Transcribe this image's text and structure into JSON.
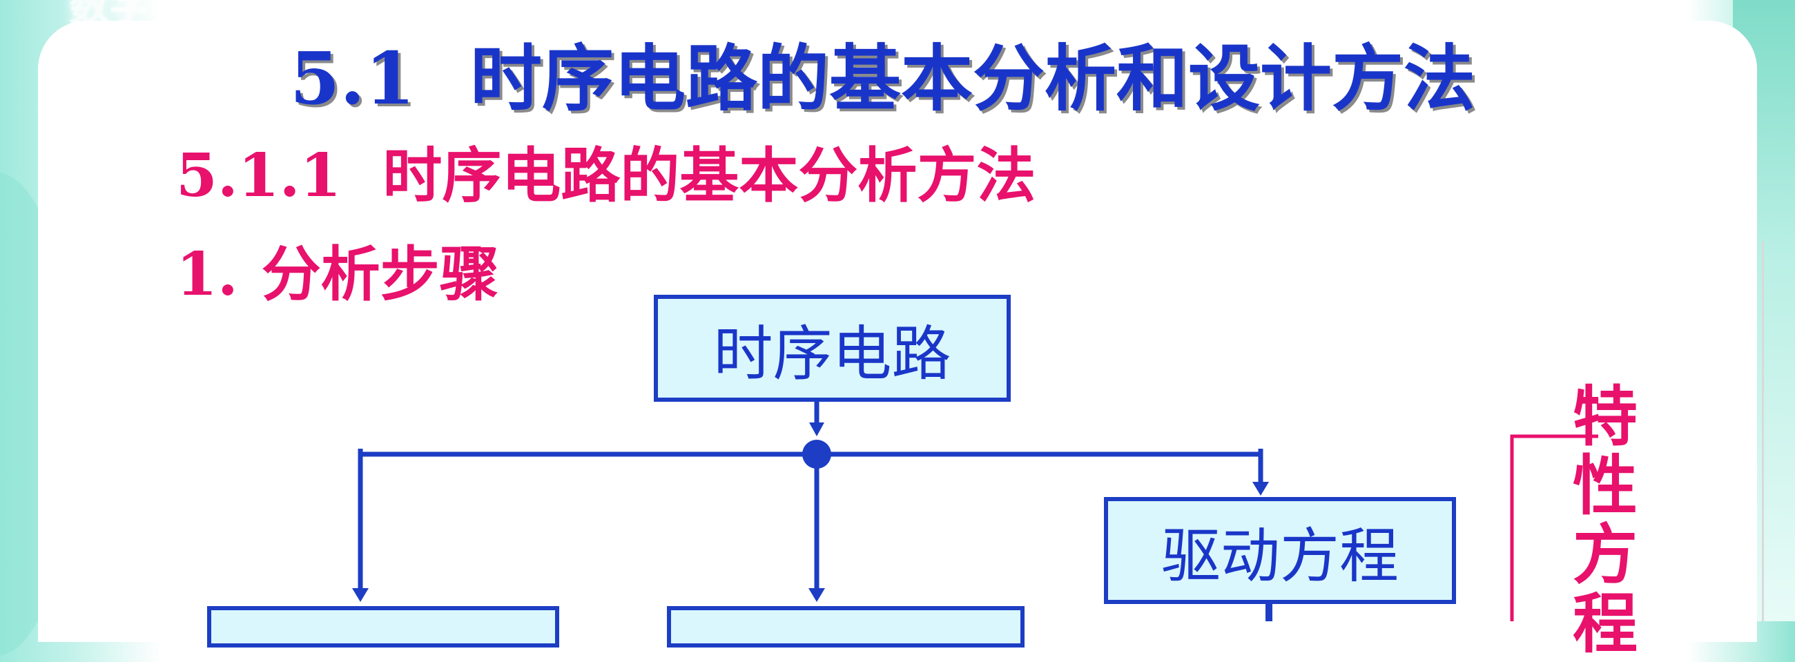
{
  "header": {
    "banner_text": "数字电路技术",
    "section_number": "5.1",
    "section_title": "时序电路的基本分析和设计方法"
  },
  "subsection": {
    "number": "5.1.1",
    "title": "时序电路的基本分析方法"
  },
  "step": {
    "number": "1.",
    "title": "分析步骤"
  },
  "diagram": {
    "root_node": "时序电路",
    "drive_equation_node": "驱动方程",
    "characteristic_equation_label": "特性方程",
    "hidden_nodes": [
      "",
      ""
    ]
  },
  "colors": {
    "title_blue": "#1935c9",
    "accent_magenta": "#e8116c",
    "box_fill": "#d9f7fd",
    "box_border": "#1c3dc4",
    "line_blue": "#1c3dc4",
    "teal_background": "#9fe9dc"
  }
}
